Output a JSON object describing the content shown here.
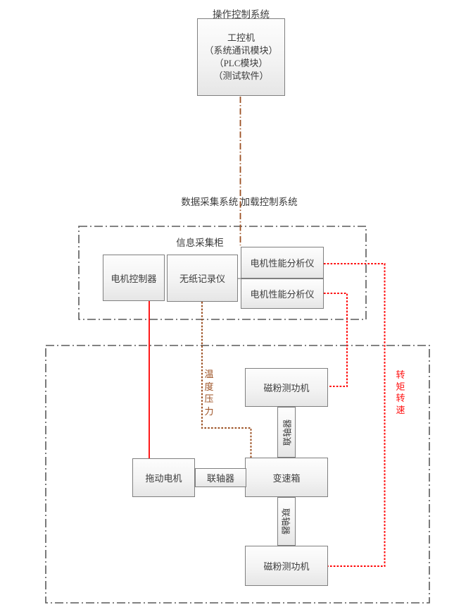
{
  "diagram": {
    "title": "操作控制系统",
    "labels": {
      "system_row": "数据采集系统 加载控制系统",
      "cabinet": "信息采集柜",
      "temp_pressure": "温度压力",
      "torque_speed": "转矩转速"
    },
    "nodes": {
      "ipc": {
        "line1": "工控机",
        "line2": "（系统通讯模块）",
        "line3": "（PLC模块）",
        "line4": "（测试软件）"
      },
      "motor_controller": "电机控制器",
      "paperless_recorder": "无纸记录仪",
      "analyzer_top": "电机性能分析仪",
      "analyzer_bottom": "电机性能分析仪",
      "dyno_top": "磁粉测功机",
      "coupling_top": "联轴器",
      "gearbox": "变速箱",
      "drive_motor": "拖动电机",
      "coupling_mid": "联轴器",
      "coupling_bottom": "联轴器",
      "dyno_bottom": "磁粉测功机"
    },
    "colors": {
      "signal_red": "#ff0000",
      "sensor_brown": "#9b4f21",
      "box_border_gray": "#7f7f7f",
      "container_dash_gray": "#595959",
      "text_dark": "#3c3c3c"
    }
  }
}
